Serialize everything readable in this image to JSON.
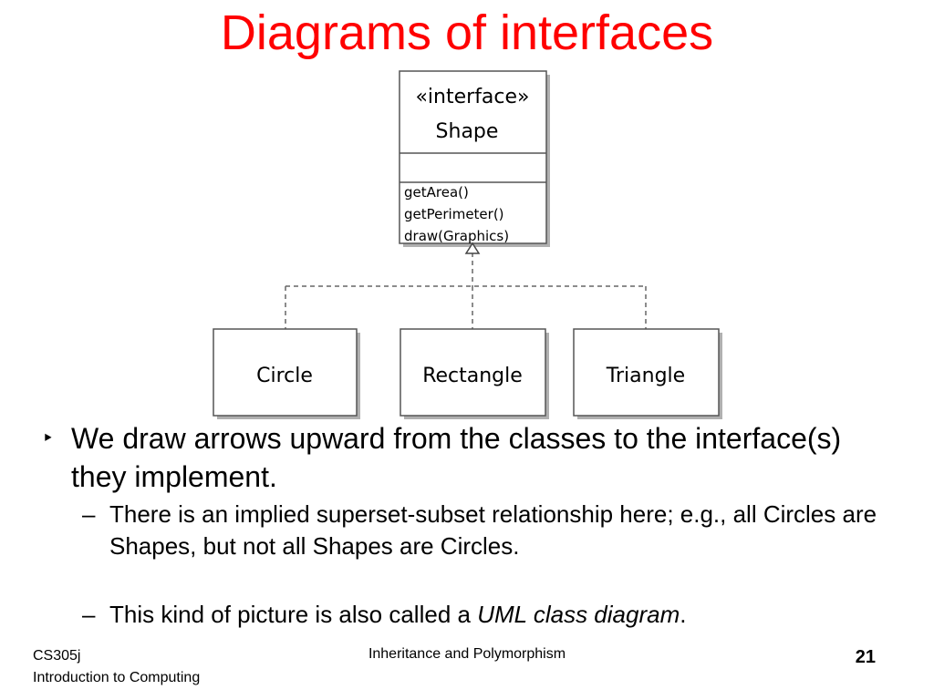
{
  "slide": {
    "title": "Diagrams of interfaces"
  },
  "diagram": {
    "interface": {
      "stereotype": "«interface»",
      "name": "Shape",
      "operations": [
        "getArea()",
        "getPerimeter()",
        "draw(Graphics)"
      ]
    },
    "classes": [
      "Circle",
      "Rectangle",
      "Triangle"
    ]
  },
  "body": {
    "bullet_marker": "‣",
    "bullet_1": "We draw arrows upward from the classes to the interface(s) they implement.",
    "sub_marker": "–",
    "sub_1": "There is an implied superset-subset relationship here; e.g., all Circles are Shapes, but not all Shapes are Circles.",
    "sub_2_prefix": "This kind of picture is also called a ",
    "sub_2_italic": "UML class diagram",
    "sub_2_suffix": "."
  },
  "footer": {
    "course_code": "CS305j",
    "course_name": "Introduction to Computing",
    "topic": "Inheritance and Polymorphism",
    "page_number": "21"
  },
  "colors": {
    "title": "#ff0000",
    "box_border": "#555555",
    "shadow": "#b0b0b0",
    "line": "#666666"
  }
}
